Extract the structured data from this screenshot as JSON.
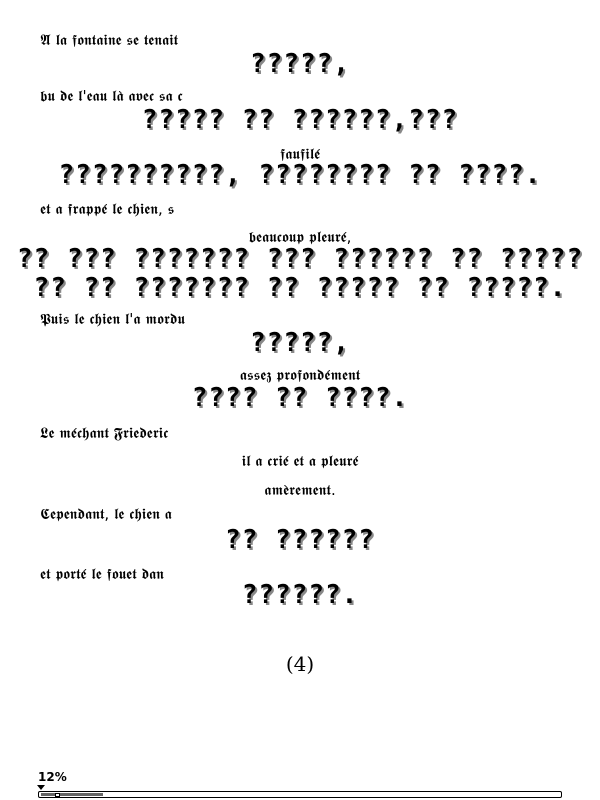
{
  "lines": [
    {
      "text": "𝕬̀ 𝖑𝖆 𝖋𝖔𝖓𝖙𝖆𝖎𝖓𝖊 𝖘𝖊 𝖙𝖊𝖓𝖆𝖎𝖙",
      "overlay": "?????,"
    },
    {
      "text": "𝖇𝖚 𝖉𝖊 𝖑'𝖊𝖆𝖚 𝖑𝖆̀ 𝖆𝖛𝖊𝖈 𝖘𝖆 𝖈",
      "overlay": "????? ?? ??????,???"
    },
    {
      "text": "𝖋𝖆𝖚𝖋𝖎𝖑𝖊́",
      "overlay": "??????????, ???????? ?? ????."
    },
    {
      "text": "𝖊𝖙 𝖆 𝖋𝖗𝖆𝖕𝖕𝖊́ 𝖑𝖊 𝖈𝖍𝖎𝖊𝖓, 𝖘",
      "text2": "𝖇𝖊𝖆𝖚𝖈𝖔𝖚𝖕 𝖕𝖑𝖊𝖚𝖗𝖊́,",
      "overlay": "?? ??? ??????? ??? ?????? ?? ?????",
      "overlay2": "?? ?? ??????? ?? ????? ?? ?????."
    },
    {
      "text": "𝕻𝖚𝖎𝖘 𝖑𝖊 𝖈𝖍𝖎𝖊𝖓 𝖑'𝖆 𝖒𝖔𝖗𝖉𝖚",
      "overlay": "?????,"
    },
    {
      "text": "𝖆𝖘𝖘𝖊𝖟 𝖕𝖗𝖔𝖋𝖔𝖓𝖉𝖊́𝖒𝖊𝖓𝖙",
      "overlay": "???? ?? ????."
    },
    {
      "text": "𝕷𝖊 𝖒𝖊́𝖈𝖍𝖆𝖓𝖙 𝕱𝖗𝖎𝖊𝖉𝖊𝖗𝖎𝖈",
      "text2": "𝖎𝖑 𝖆 𝖈𝖗𝖎𝖊́ 𝖊𝖙 𝖆 𝖕𝖑𝖊𝖚𝖗𝖊́",
      "text3": "𝖆𝖒𝖊̀𝖗𝖊𝖒𝖊𝖓𝖙."
    },
    {
      "text": "𝕮𝖊𝖕𝖊𝖓𝖉𝖆𝖓𝖙, 𝖑𝖊 𝖈𝖍𝖎𝖊𝖓 𝖆",
      "overlay": "?? ??????"
    },
    {
      "text": "𝖊𝖙 𝖕𝖔𝖗𝖙𝖊́ 𝖑𝖊 𝖋𝖔𝖚𝖊𝖙 𝖉𝖆𝖓",
      "overlay": "??????."
    }
  ],
  "page_number": "(4)",
  "progress": {
    "label": "12%",
    "value": 0.12
  }
}
